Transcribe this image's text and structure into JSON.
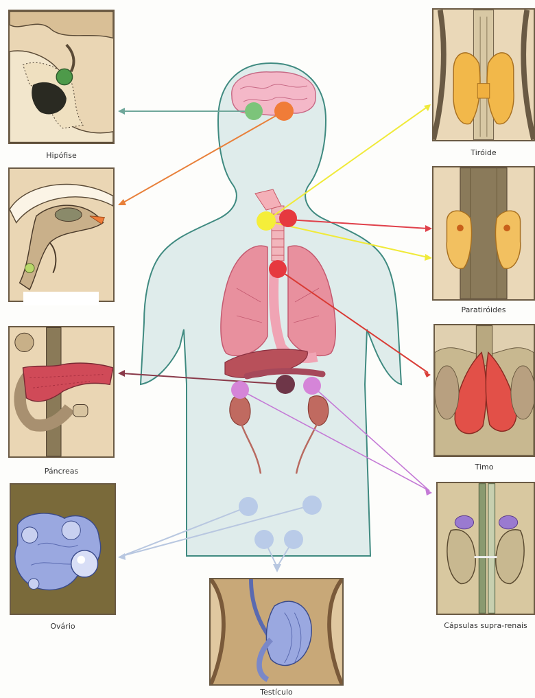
{
  "labels": {
    "hipofise": "Hipófise",
    "tiroide": "Tiróide",
    "paratiroides": "Paratiróides",
    "pancreas": "Páncreas",
    "timo": "Timo",
    "ovario": "Ovário",
    "capsulas": "Cápsulas supra-renais",
    "testiculo": "Testículo"
  },
  "colors": {
    "body_fill": "#dfeceb",
    "body_outline": "#3f8a80",
    "hipofise_line": "#6fa79a",
    "hypothalamus_line": "#e8803a",
    "tiroide_line": "#f0ea3a",
    "paratiroide_line": "#e0404a",
    "timo_line": "#d93c36",
    "pancreas_line": "#8a3a4a",
    "suprarrenal_line": "#c47ad6",
    "gonad_line": "#b8c7e0",
    "panel_bg": "#e9d7b8"
  }
}
